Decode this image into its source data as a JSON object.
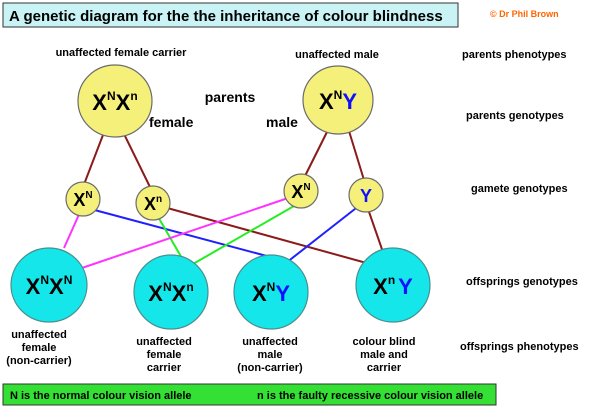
{
  "title": "A genetic diagram for the the inheritance of colour blindness",
  "copyright": "© Dr Phil Brown",
  "row_labels": {
    "parents_phenotypes": "parents phenotypes",
    "parents_genotypes": "parents genotypes",
    "gamete_genotypes": "gamete genotypes",
    "offsprings_genotypes": "offsprings genotypes",
    "offsprings_phenotypes": "offsprings phenotypes"
  },
  "parents": {
    "center_label": "parents",
    "female": {
      "phenotype": "unaffected female carrier",
      "sex_label": "female",
      "g1": "X",
      "s1": "N",
      "g2": "X",
      "s2": "n"
    },
    "male": {
      "phenotype": "unaffected male",
      "sex_label": "male",
      "g1": "X",
      "s1": "N",
      "g2": "Y"
    }
  },
  "gametes": [
    {
      "base": "X",
      "sup": "N"
    },
    {
      "base": "X",
      "sup": "n"
    },
    {
      "base": "X",
      "sup": "N"
    },
    {
      "base": "Y",
      "sup": ""
    }
  ],
  "offspring": [
    {
      "g1": "X",
      "s1": "N",
      "g2": "X",
      "s2": "N",
      "phenotype": [
        "unaffected",
        "female",
        "(non-carrier)"
      ]
    },
    {
      "g1": "X",
      "s1": "N",
      "g2": "X",
      "s2": "n",
      "phenotype": [
        "unaffected",
        "female",
        "carrier"
      ]
    },
    {
      "g1": "X",
      "s1": "N",
      "g2": "Y",
      "phenotype": [
        "unaffected",
        "male",
        "(non-carrier)"
      ]
    },
    {
      "g1": "X",
      "s1": "n",
      "g2": "Y",
      "phenotype": [
        "colour blind",
        "male and",
        "carrier"
      ]
    }
  ],
  "footer": {
    "left": "N is the normal colour vision allele",
    "right": "n is the faulty recessive colour vision allele"
  },
  "colors": {
    "parent_fill": "#f5f07a",
    "offspring_fill": "#14e6ea",
    "brown_line": "#8b1a1a",
    "blue_line": "#2020ff",
    "magenta_line": "#ff33ff",
    "green_line": "#22ee22"
  }
}
